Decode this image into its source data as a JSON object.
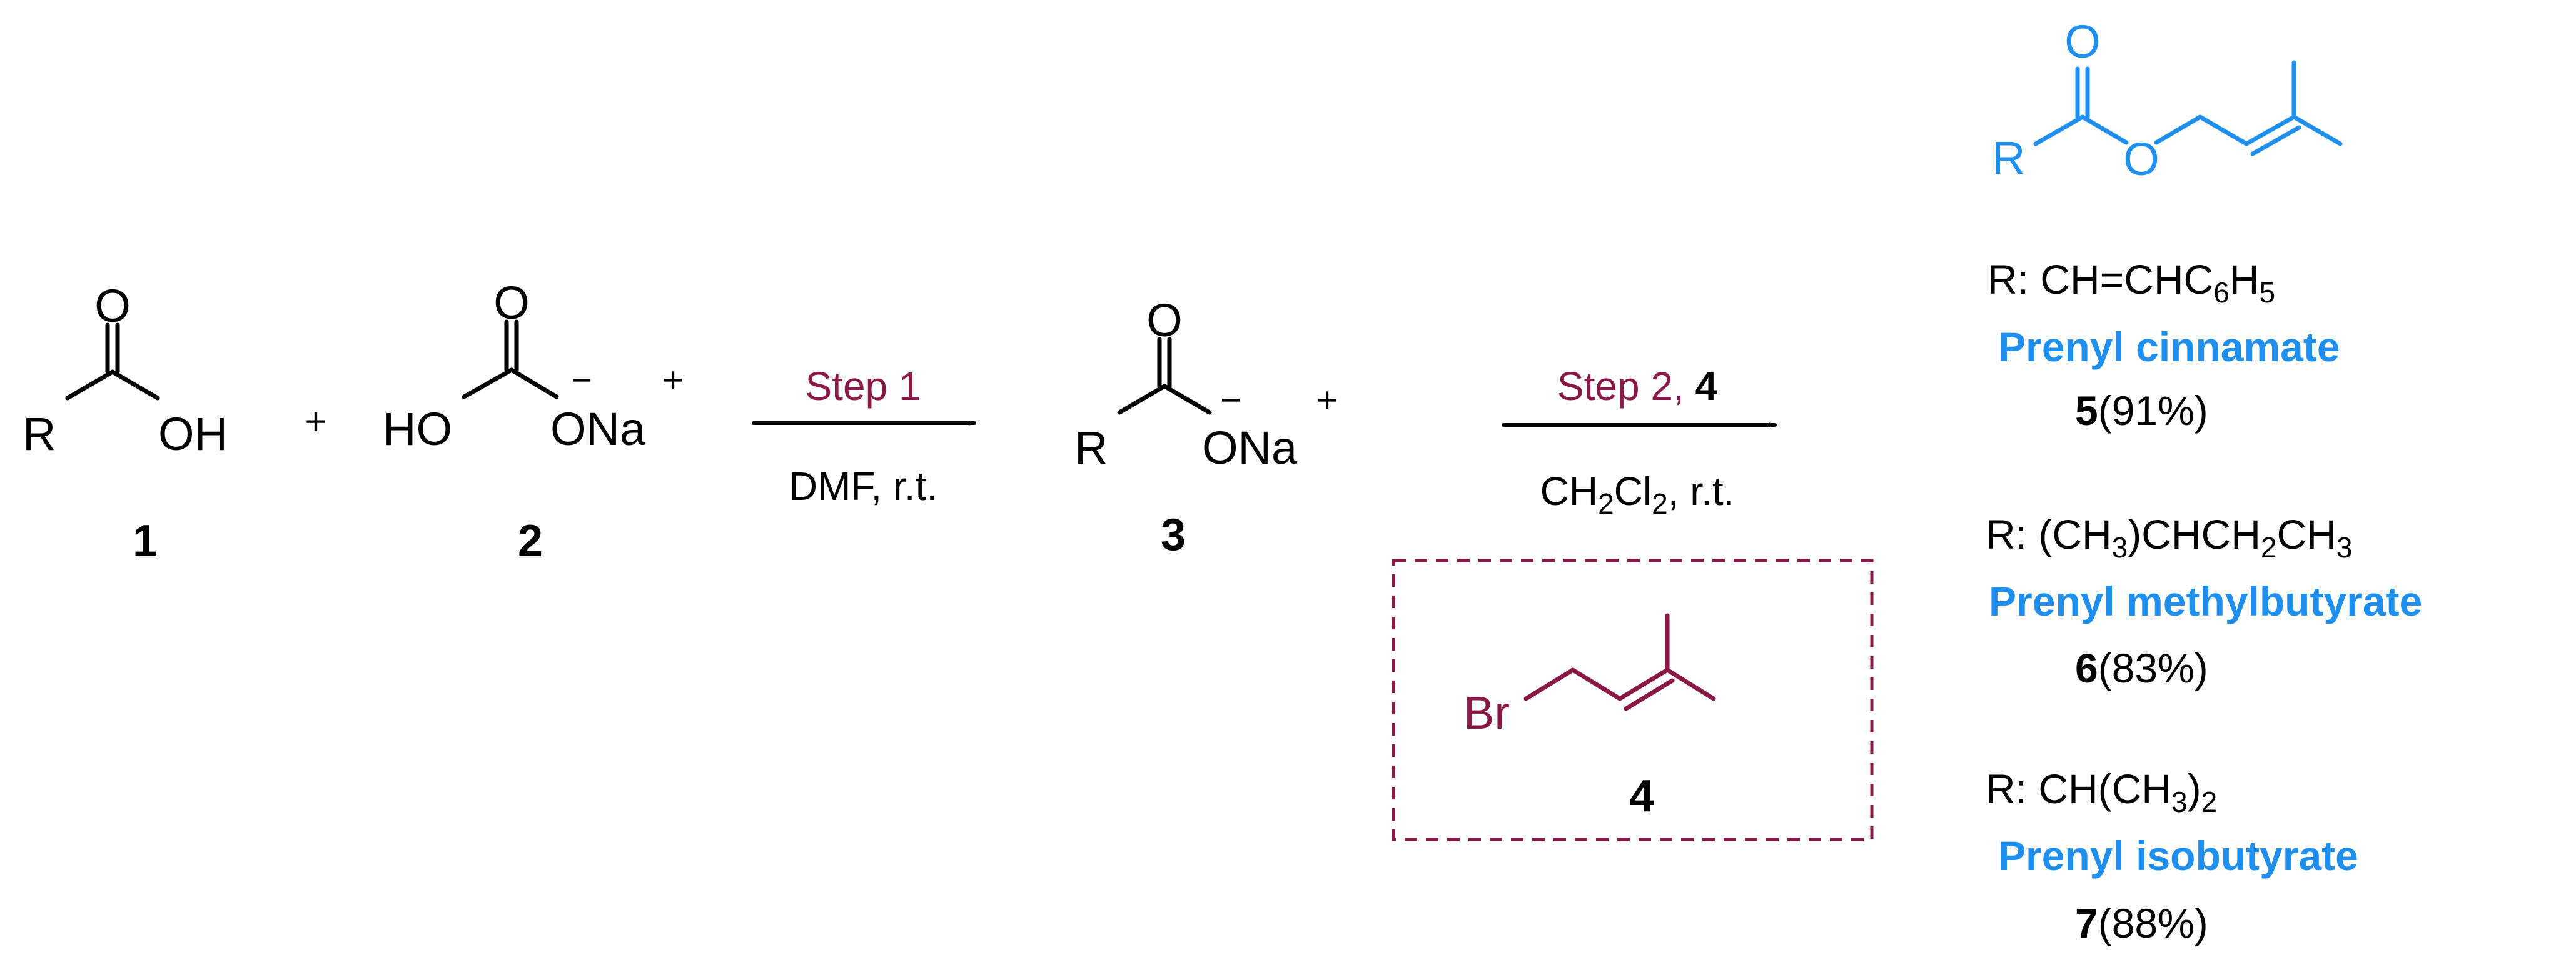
{
  "reactant_acid": {
    "label": "1",
    "atoms": {
      "O_top": "O",
      "OH": "OH",
      "R": "R"
    }
  },
  "plus_sign": "+",
  "reactant_bicarbonate": {
    "label": "2",
    "atoms": {
      "O_top": "O",
      "HO": "HO",
      "ONa": "ONa",
      "minus": "−",
      "plus": "+"
    }
  },
  "step1": {
    "above": "Step 1",
    "below": "DMF,  r.t."
  },
  "intermediate_salt": {
    "label": "3",
    "atoms": {
      "O_top": "O",
      "R": "R",
      "ONa": "ONa",
      "minus": "−",
      "plus": "+"
    }
  },
  "step2": {
    "above_main": "Step 2, ",
    "above_ref": "4",
    "below_a": "CH",
    "below_sub1": "2",
    "below_b": "Cl",
    "below_sub2": "2",
    "below_c": ", r.t."
  },
  "reagent_bromide": {
    "label": "4",
    "atoms": {
      "Br": "Br"
    },
    "box_color": "#8a1846"
  },
  "product_general": {
    "atoms": {
      "O_top": "O",
      "O_ester": "O",
      "R": "R"
    },
    "color": "#1e8fef"
  },
  "products": [
    {
      "r_prefix": "R: CH=CHC",
      "r_sub1": "6",
      "r_mid": "H",
      "r_sub2": "5",
      "name": "Prenyl cinnamate",
      "number": "5",
      "yield": "(91%)"
    },
    {
      "r_prefix": "R: (CH",
      "r_sub1": "3",
      "r_mid": ")CHCH",
      "r_sub2": "2",
      "r_mid2": "CH",
      "r_sub3": "3",
      "name": "Prenyl methylbutyrate",
      "number": "6",
      "yield": "(83%)"
    },
    {
      "r_prefix": "R: CH(CH",
      "r_sub1": "3",
      "r_mid": ")",
      "r_sub2": "2",
      "name": "Prenyl isobutyrate",
      "number": "7",
      "yield": "(88%)"
    }
  ],
  "colors": {
    "product_blue": "#1e8fef",
    "reagent_purple": "#8a1846",
    "default": "#000000"
  }
}
